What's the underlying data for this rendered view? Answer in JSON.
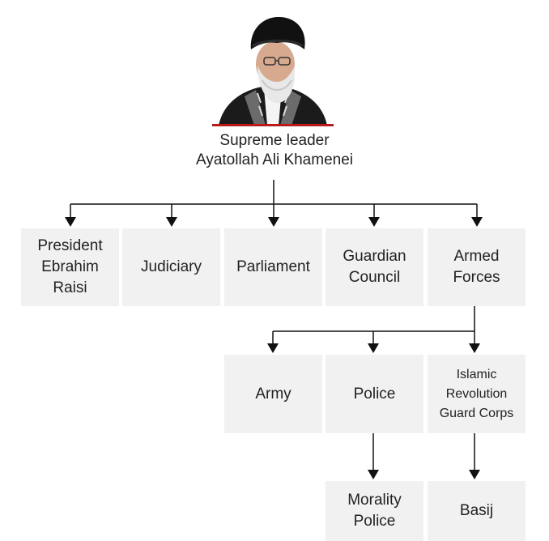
{
  "leader": {
    "role": "Supreme leader",
    "name": "Ayatollah Ali Khamenei",
    "accent_line_color": "#bb1919"
  },
  "nodes": {
    "president": "President\nEbrahim\nRaisi",
    "judiciary": "Judiciary",
    "parliament": "Parliament",
    "guardian_council": "Guardian\nCouncil",
    "armed_forces": "Armed\nForces",
    "army": "Army",
    "police": "Police",
    "irgc": "Islamic\nRevolution\nGuard Corps",
    "morality_police": "Morality\nPolice",
    "basij": "Basij"
  },
  "colors": {
    "box_fill": "#f1f1f1",
    "line": "#111111"
  }
}
